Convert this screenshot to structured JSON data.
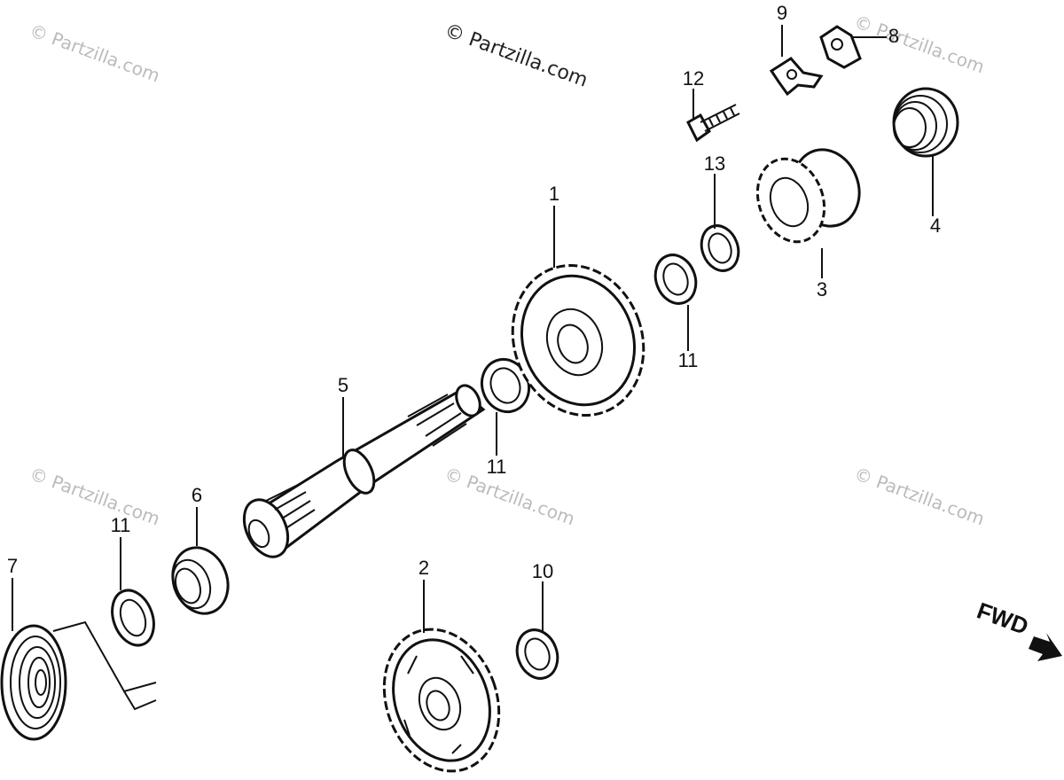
{
  "watermarks": {
    "main": "© Partzilla.com",
    "repeat": "© Partzilla.com"
  },
  "callouts": {
    "c1": "1",
    "c2": "2",
    "c3": "3",
    "c4": "4",
    "c5": "5",
    "c6": "6",
    "c7": "7",
    "c8": "8",
    "c9": "9",
    "c10": "10",
    "c11a": "11",
    "c11b": "11",
    "c11c": "11",
    "c12": "12",
    "c13": "13"
  },
  "direction": {
    "label": "FWD"
  }
}
